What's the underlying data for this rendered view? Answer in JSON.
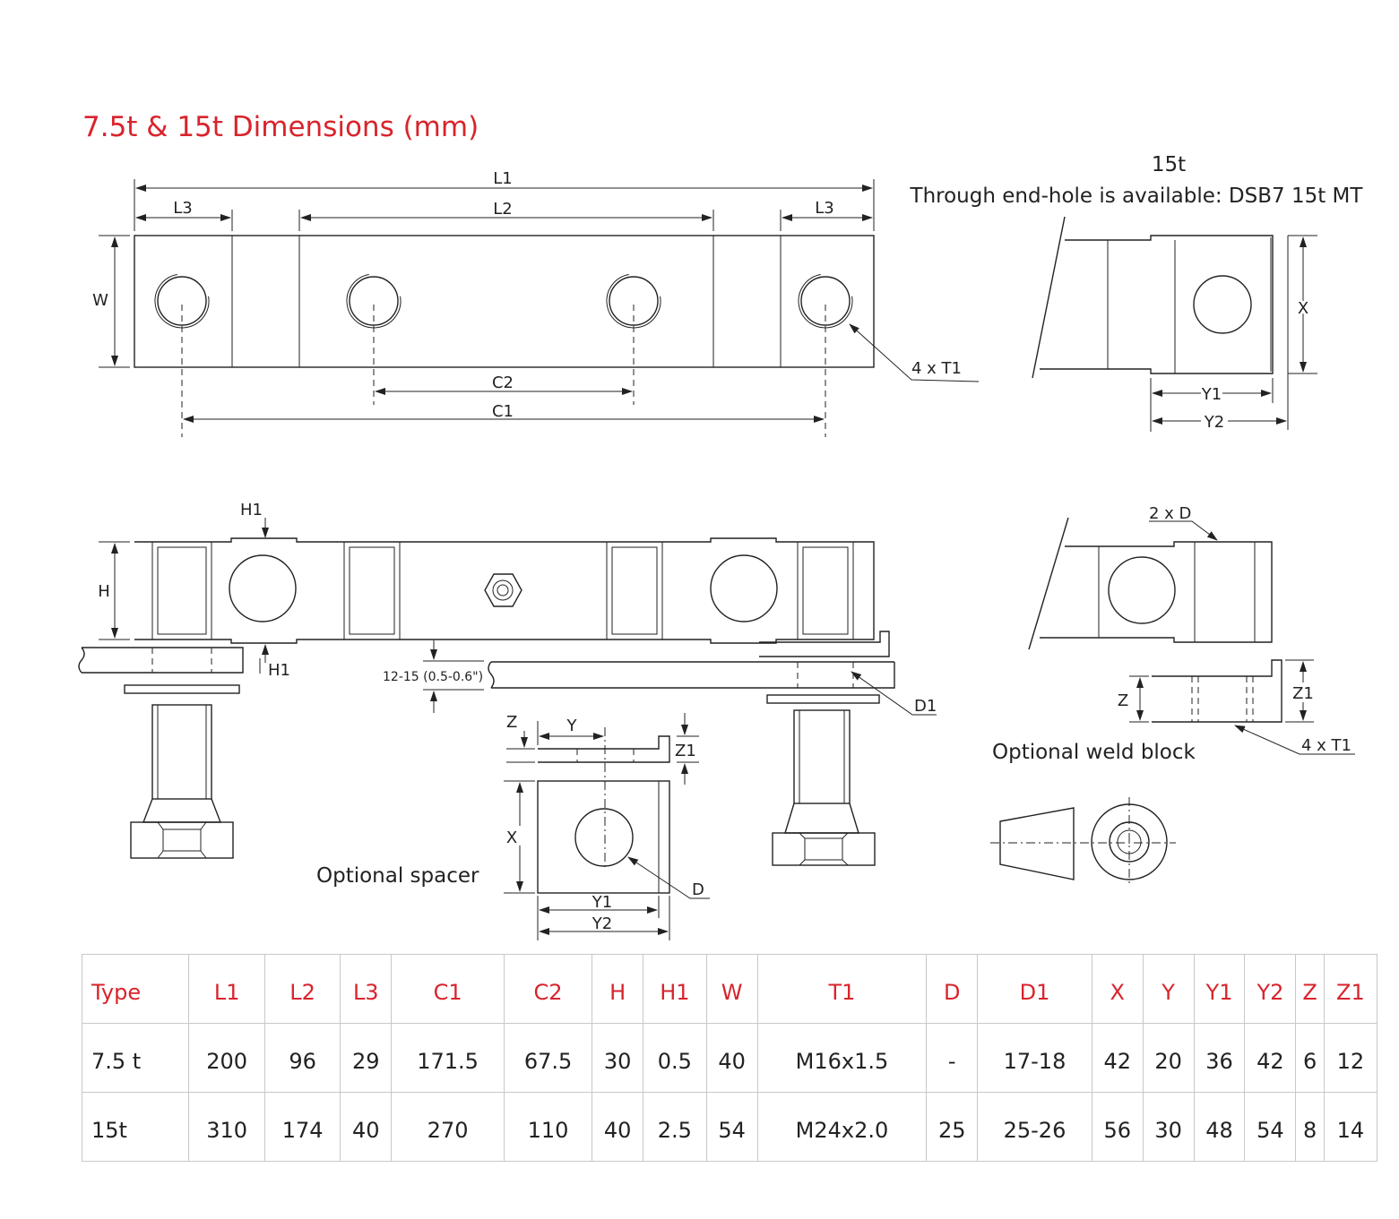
{
  "title": "7.5t & 15t Dimensions (mm)",
  "top_view": {
    "labels": {
      "L1": "L1",
      "L2": "L2",
      "L3_left": "L3",
      "L3_right": "L3",
      "W": "W",
      "C1": "C1",
      "C2": "C2",
      "T1": "4 x T1"
    }
  },
  "end_view_15t": {
    "heading": "15t",
    "note": "Through end-hole is available: DSB7 15t MT",
    "labels": {
      "X": "X",
      "Y1": "Y1",
      "Y2": "Y2"
    }
  },
  "side_view": {
    "labels": {
      "H1_top": "H1",
      "H1_bottom": "H1",
      "H": "H",
      "gap": "12-15 (0.5-0.6\")",
      "D1": "D1"
    }
  },
  "spacer": {
    "caption": "Optional spacer",
    "labels": {
      "Z": "Z",
      "Y": "Y",
      "Z1": "Z1",
      "X": "X",
      "D": "D",
      "Y1": "Y1",
      "Y2": "Y2"
    }
  },
  "weld_block": {
    "caption": "Optional weld block",
    "labels": {
      "D": "2 x D",
      "Z": "Z",
      "Z1": "Z1",
      "T1": "4 x T1"
    }
  },
  "table": {
    "headers": [
      "Type",
      "L1",
      "L2",
      "L3",
      "C1",
      "C2",
      "H",
      "H1",
      "W",
      "T1",
      "D",
      "D1",
      "X",
      "Y",
      "Y1",
      "Y2",
      "Z",
      "Z1"
    ],
    "rows": [
      [
        "7.5 t",
        "200",
        "96",
        "29",
        "171.5",
        "67.5",
        "30",
        "0.5",
        "40",
        "M16x1.5",
        "-",
        "17-18",
        "42",
        "20",
        "36",
        "42",
        "6",
        "12"
      ],
      [
        "15t",
        "310",
        "174",
        "40",
        "270",
        "110",
        "40",
        "2.5",
        "54",
        "M24x2.0",
        "25",
        "25-26",
        "56",
        "30",
        "48",
        "54",
        "8",
        "14"
      ]
    ]
  },
  "colors": {
    "accent": "#d8242c",
    "line": "#222222",
    "grid": "#c8c8c8"
  }
}
